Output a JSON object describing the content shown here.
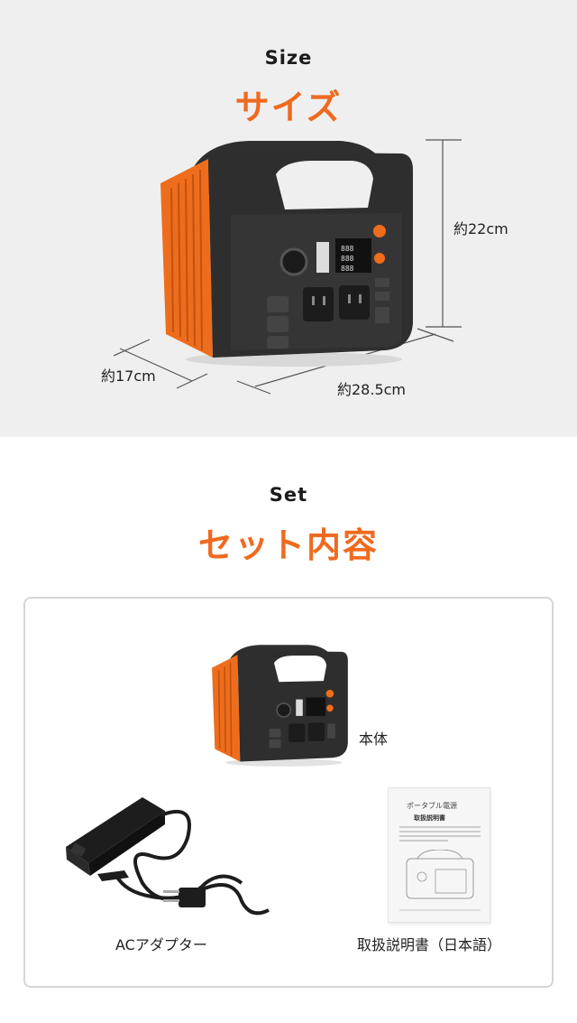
{
  "size_section": {
    "label": "Size",
    "title": "サイズ",
    "height_dim": "約22cm",
    "depth_dim": "約17cm",
    "width_dim": "約28.5cm"
  },
  "set_section": {
    "label": "Set",
    "title": "セット内容",
    "items": {
      "main_unit": "本体",
      "ac_adapter": "ACアダプター",
      "manual": "取扱説明書（日本語）"
    },
    "manual_cover": {
      "heading": "ポータブル電源",
      "subheading": "取扱説明書"
    }
  },
  "colors": {
    "accent": "#ef6a1f",
    "body": "#2e2e2e",
    "background": "#efefef"
  }
}
